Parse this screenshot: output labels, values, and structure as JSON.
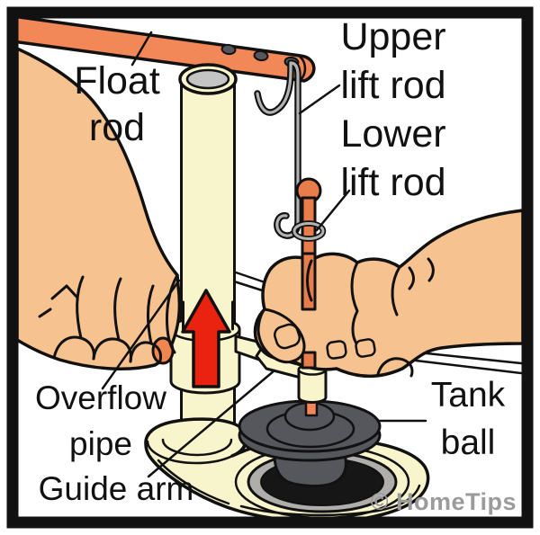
{
  "figure": {
    "labels": {
      "float_rod": {
        "lines": [
          "Float",
          "rod"
        ]
      },
      "upper_lift_rod": {
        "lines": [
          "Upper",
          "lift rod"
        ]
      },
      "lower_lift_rod": {
        "lines": [
          "Lower",
          "lift rod"
        ]
      },
      "overflow_pipe": {
        "lines": [
          "Overflow",
          "pipe"
        ]
      },
      "guide_arm": {
        "lines": [
          "Guide arm"
        ]
      },
      "tank_ball": {
        "lines": [
          "Tank",
          "ball"
        ]
      }
    },
    "watermark": "© HomeTips",
    "colors": {
      "skin": "#F6C28F",
      "float_rod": "#F28757",
      "lower_lift_rod": "#E87C4B",
      "upper_lift_rod_wire": "#B3B3B3",
      "overflow_pipe": "#F8F4CB",
      "pipe_opening": "#C4C4C4",
      "tank_ball": "#56575C",
      "valve_seat_ring": "#B0AEAB",
      "arrow": "#EA2310",
      "outline": "#111111",
      "watermark_gray": "#9B9B9D"
    }
  }
}
